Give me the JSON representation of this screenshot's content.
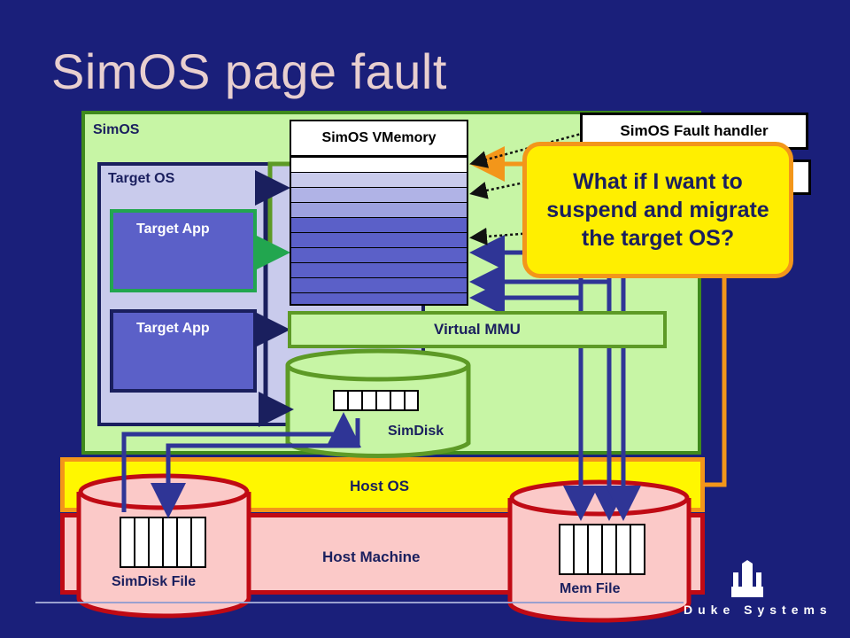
{
  "slide": {
    "title": "SimOS page fault",
    "simos_label": "SimOS",
    "target_os_label": "Target OS",
    "target_app_1": "Target App",
    "target_app_2": "Target App",
    "vmemory_label": "SimOS VMemory",
    "vmmu_label": "Virtual MMU",
    "simdisk_label": "SimDisk",
    "host_os_label": "Host OS",
    "host_machine_label": "Host Machine",
    "simdisk_file_label": "SimDisk File",
    "mem_file_label": "Mem File",
    "fault_handler_label": "SimOS Fault handler",
    "callout_text": "What if I want to suspend and migrate the target OS?",
    "footer_brand": "Duke Systems"
  },
  "colors": {
    "background": "#1a1f7a",
    "simos_fill": "#c7f5a5",
    "target_os_fill": "#c9cbec",
    "app_fill": "#5b60c8",
    "host_os_fill": "#fff700",
    "host_machine_fill": "#fbc9c8",
    "callout_fill": "#ffef00",
    "arrow_blue": "#2f3596",
    "arrow_green": "#22a64f",
    "arrow_orange": "#f3961a"
  }
}
